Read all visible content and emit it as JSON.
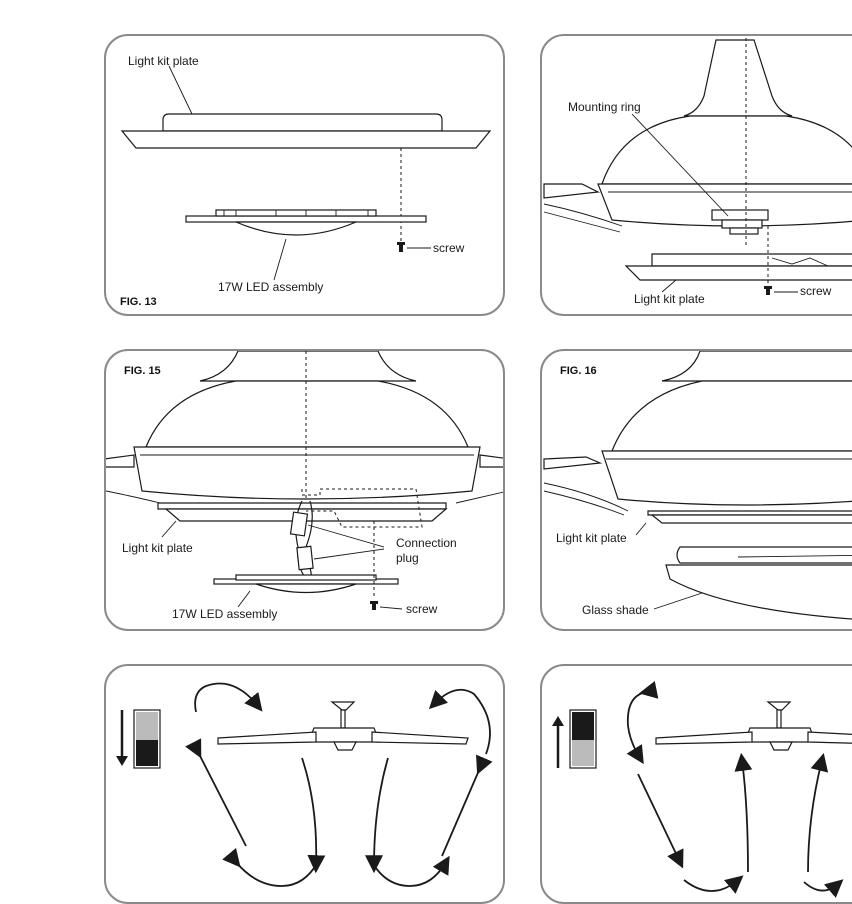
{
  "fig13": {
    "title": "FIG. 13",
    "light_kit_plate": "Light kit plate",
    "led_assembly": "17W LED assembly",
    "screw": "screw"
  },
  "fig14": {
    "mounting_ring": "Mounting ring",
    "light_kit_plate": "Light kit plate",
    "screw": "screw"
  },
  "fig15": {
    "title": "FIG. 15",
    "light_kit_plate": "Light kit plate",
    "connection_plug_line1": "Connection",
    "connection_plug_line2": "plug",
    "led_assembly": "17W LED assembly",
    "screw": "screw"
  },
  "fig16": {
    "title": "FIG. 16",
    "light_kit_plate": "Light kit plate",
    "glass_shade": "Glass shade"
  },
  "airflow_panels": [
    {
      "switch_position": "down",
      "arrow_direction": "down"
    },
    {
      "switch_position": "up",
      "arrow_direction": "up"
    }
  ]
}
